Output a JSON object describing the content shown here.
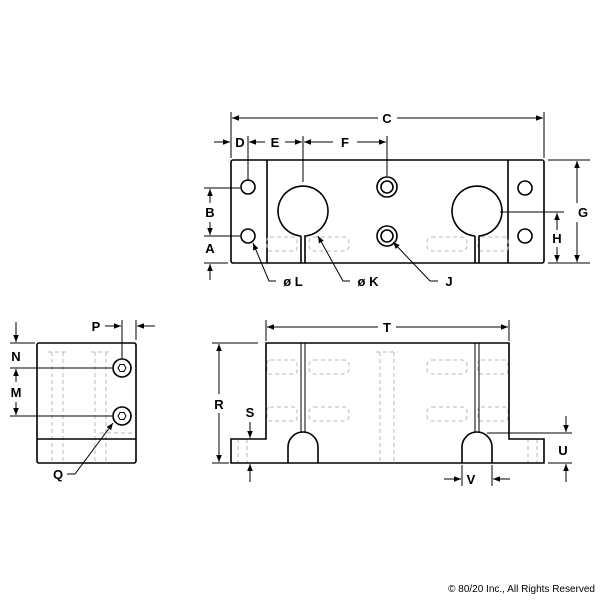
{
  "labels": {
    "C": "C",
    "D": "D",
    "E": "E",
    "F": "F",
    "B": "B",
    "A": "A",
    "G": "G",
    "H": "H",
    "L": "ø L",
    "K": "ø K",
    "J": "J",
    "P": "P",
    "N": "N",
    "M": "M",
    "Q": "Q",
    "T": "T",
    "R": "R",
    "S": "S",
    "U": "U",
    "V": "V"
  },
  "copyright": "© 80/20 Inc., All Rights Reserved"
}
